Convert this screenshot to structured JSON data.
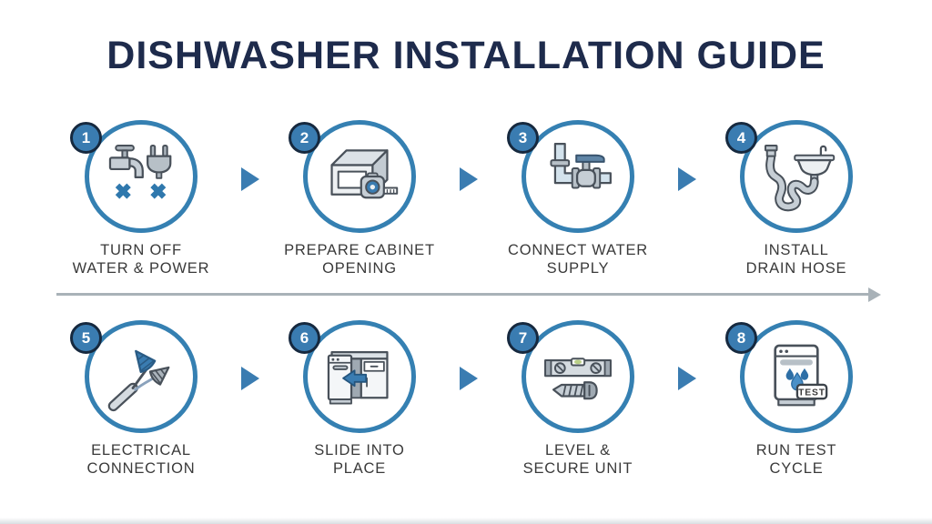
{
  "title": "DISHWASHER INSTALLATION GUIDE",
  "steps": [
    {
      "number": "1",
      "line1": "TURN OFF",
      "line2": "WATER & POWER",
      "icon": "faucet-and-plug-off-icon"
    },
    {
      "number": "2",
      "line1": "PREPARE CABINET",
      "line2": "OPENING",
      "icon": "cabinet-measuring-tape-icon"
    },
    {
      "number": "3",
      "line1": "CONNECT WATER",
      "line2": "SUPPLY",
      "icon": "pipe-shutoff-valve-icon"
    },
    {
      "number": "4",
      "line1": "INSTALL",
      "line2": "DRAIN HOSE",
      "icon": "sink-drain-hose-icon"
    },
    {
      "number": "5",
      "line1": "ELECTRICAL",
      "line2": "CONNECTION",
      "icon": "wire-nuts-icon"
    },
    {
      "number": "6",
      "line1": "SLIDE INTO",
      "line2": "PLACE",
      "icon": "dishwasher-slide-into-cabinet-icon"
    },
    {
      "number": "7",
      "line1": "LEVEL &",
      "line2": "SECURE UNIT",
      "icon": "spirit-level-screw-icon"
    },
    {
      "number": "8",
      "line1": "RUN TEST",
      "line2": "CYCLE",
      "icon": "dishwasher-test-cycle-icon",
      "badge": "TEST"
    }
  ],
  "colors": {
    "title_navy": "#1E2B4C",
    "circle_blue": "#3580B2",
    "badge_blue": "#3A7CB1",
    "badge_ring_navy": "#16293F",
    "step_arrow_blue": "#3A7CB1",
    "flow_arrow_gray": "#A9B2B8",
    "label_gray": "#3A3A3A"
  }
}
